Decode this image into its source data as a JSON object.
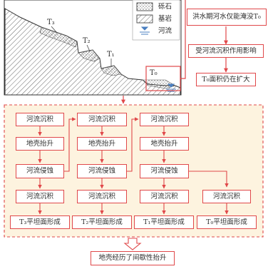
{
  "legend": {
    "pebble": "砾石",
    "bedrock": "基岩",
    "river": "河流"
  },
  "terraces": {
    "t3": "T₃",
    "t2": "T₂",
    "t1": "T₁",
    "t0": "T₀"
  },
  "right_panel": {
    "flood": "洪水期河水仅能淹没T₀",
    "influence": "受河流沉积作用影响",
    "expand": "T₀面积仍在扩大"
  },
  "flow": {
    "columns": [
      {
        "steps": [
          "河流沉积",
          "地壳抬升",
          "河流侵蚀",
          "河流沉积",
          "T₃平坦面形成"
        ]
      },
      {
        "steps": [
          "河流沉积",
          "地壳抬升",
          "河流侵蚀",
          "河流沉积",
          "T₂平坦面形成"
        ]
      },
      {
        "steps": [
          "河流沉积",
          "地壳抬升",
          "河流侵蚀",
          "河流沉积",
          "T₁平坦面形成"
        ]
      },
      {
        "steps": [
          "河流沉积",
          "T₀平坦面形成"
        ]
      }
    ]
  },
  "conclusion": "地壳经历了间歇性抬升",
  "colors": {
    "accent": "#e0484a",
    "panel_bg": "#fdf3df",
    "river_blue": "#4a7fc1"
  }
}
